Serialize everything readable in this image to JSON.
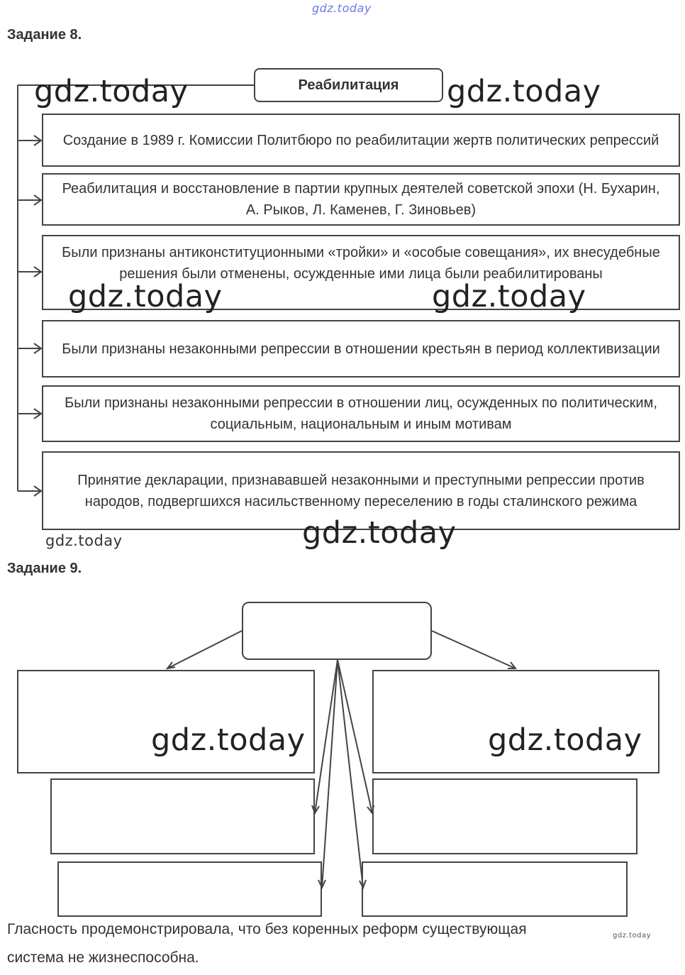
{
  "watermark": {
    "site": "gdz.today"
  },
  "task8": {
    "heading": "Задание 8.",
    "root": "Реабилитация",
    "items": [
      "Создание в 1989 г. Комиссии Политбюро по реабилитации жертв политических репрессий",
      "Реабилитация и восстановление в партии крупных деятелей советской эпохи (Н. Бухарин, А. Рыков, Л. Каменев, Г. Зиновьев)",
      "Были признаны антиконституционными «тройки» и «особые совещания», их внесудебные решения были отменены, осужденные ими лица были реабилитированы",
      "Были признаны незаконными репрессии в отношении крестьян в период коллективизации",
      "Были признаны незаконными репрессии в отношении лиц, осужденных по политическим, социальным, национальным и иным мотивам",
      "Принятие декларации, признававшей незаконными и преступными репрессии против народов, подвергшихся насильственному переселению в годы сталинского режима"
    ]
  },
  "task9": {
    "heading": "Задание 9.",
    "conclusion_line1": "Гласность продемонстрировала, что без коренных реформ существующая",
    "conclusion_line2": "система не жизнеспособна."
  }
}
